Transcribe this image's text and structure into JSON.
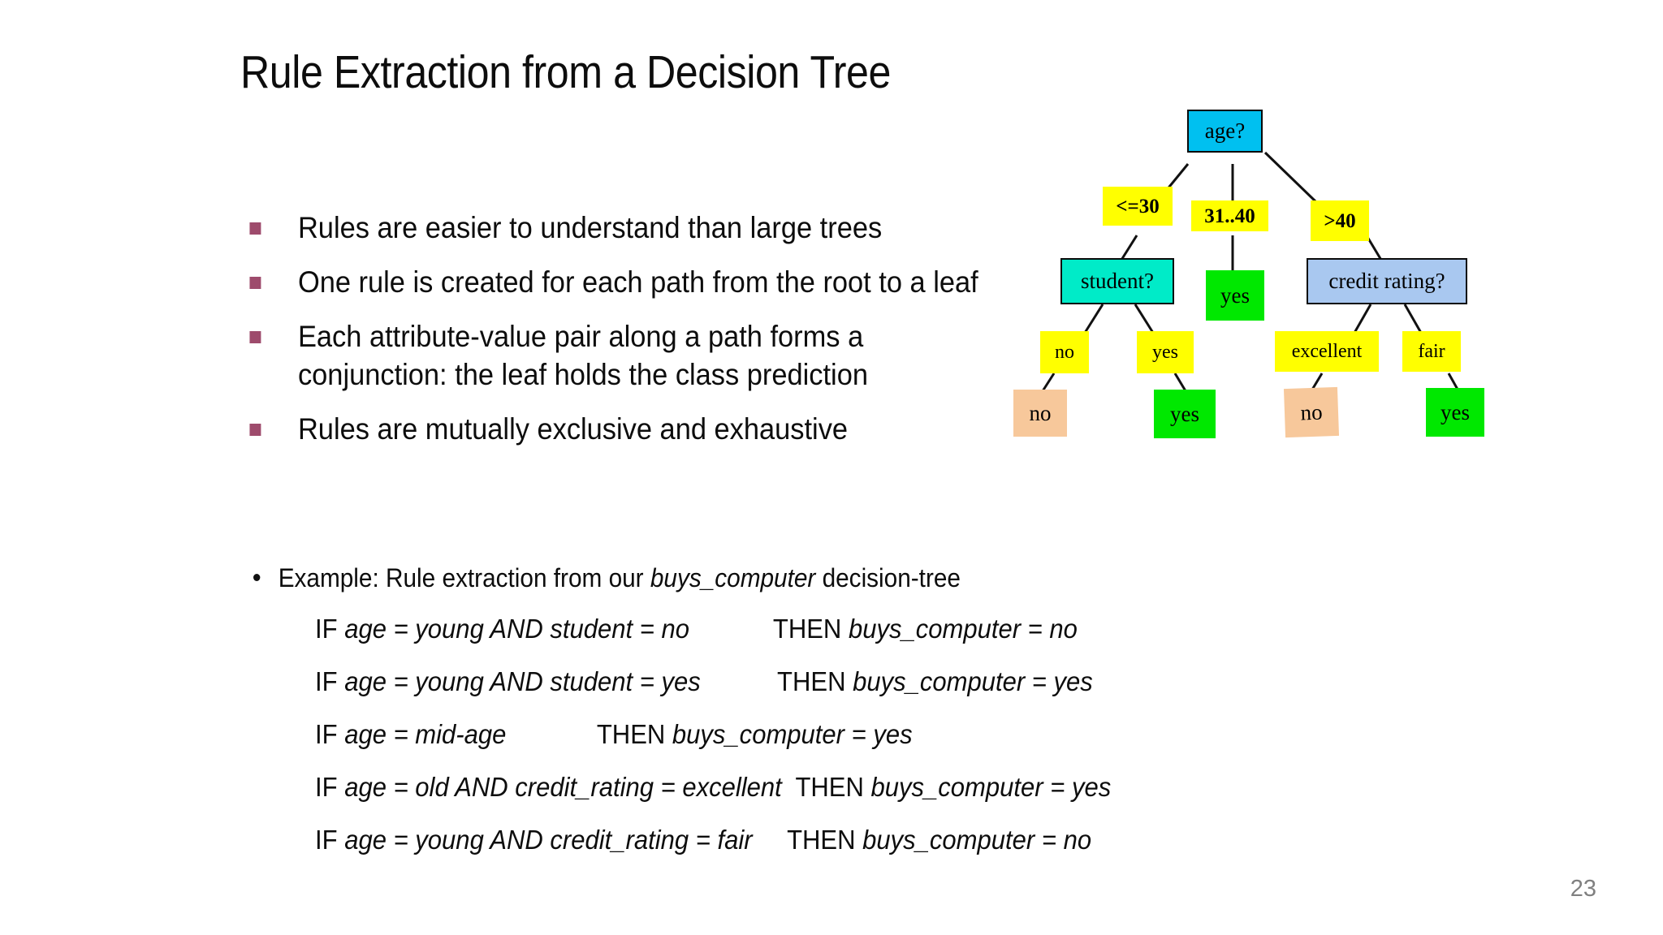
{
  "slide": {
    "title": "Rule Extraction from a Decision Tree",
    "page_number": "23",
    "bullet_marker_color": "#9E4B6C",
    "page_number_color": "#808080"
  },
  "bullets": [
    {
      "text": "Rules are easier to understand than large trees"
    },
    {
      "text": "One rule is created for each path from the root to a leaf"
    },
    {
      "text": "Each attribute-value pair along a path forms a conjunction: the leaf holds the class prediction"
    },
    {
      "text": "Rules are mutually exclusive and exhaustive"
    }
  ],
  "example": {
    "prefix": "Example: Rule extraction from our ",
    "emphasis": "buys_computer",
    "suffix": " decision-tree"
  },
  "rules": [
    {
      "if_label": "IF ",
      "antecedent": "age = young AND student = no",
      "gap": "            ",
      "then_label": "THEN ",
      "consequent": "buys_computer = no"
    },
    {
      "if_label": "IF ",
      "antecedent": "age = young AND student = yes",
      "gap": "           ",
      "then_label": "THEN ",
      "consequent": "buys_computer = yes"
    },
    {
      "if_label": "IF ",
      "antecedent": "age = mid-age",
      "gap": "             ",
      "then_label": "THEN ",
      "consequent": "buys_computer = yes"
    },
    {
      "if_label": "IF ",
      "antecedent": "age = old AND credit_rating = excellent",
      "gap": "  ",
      "then_label": "THEN ",
      "consequent": "buys_computer = yes"
    },
    {
      "if_label": "IF ",
      "antecedent": "age = young AND credit_rating = fair",
      "gap": "     ",
      "then_label": "THEN ",
      "consequent": "buys_computer = no"
    }
  ],
  "chart_data": {
    "type": "diagram",
    "title": "buys_computer decision tree",
    "nodes": [
      {
        "id": "age",
        "label": "age?",
        "kind": "internal",
        "color": "#00C0F0"
      },
      {
        "id": "lte30",
        "label": "<=30",
        "kind": "edge-label",
        "color": "#FFFF00"
      },
      {
        "id": "r31_40",
        "label": "31..40",
        "kind": "edge-label",
        "color": "#FFFF00"
      },
      {
        "id": "gt40",
        "label": ">40",
        "kind": "edge-label",
        "color": "#FFFF00"
      },
      {
        "id": "student",
        "label": "student?",
        "kind": "internal",
        "color": "#00EBC8"
      },
      {
        "id": "mid_yes",
        "label": "yes",
        "kind": "leaf",
        "color": "#00E800"
      },
      {
        "id": "credit",
        "label": "credit rating?",
        "kind": "internal",
        "color": "#A9C8F0"
      },
      {
        "id": "student_no",
        "label": "no",
        "kind": "edge-label",
        "color": "#FFFF00"
      },
      {
        "id": "student_yes",
        "label": "yes",
        "kind": "edge-label",
        "color": "#FFFF00"
      },
      {
        "id": "excellent",
        "label": "excellent",
        "kind": "edge-label",
        "color": "#FFFF00"
      },
      {
        "id": "fair",
        "label": "fair",
        "kind": "edge-label",
        "color": "#FFFF00"
      },
      {
        "id": "leaf_no_1",
        "label": "no",
        "kind": "leaf",
        "color": "#F7C89B"
      },
      {
        "id": "leaf_yes_1",
        "label": "yes",
        "kind": "leaf",
        "color": "#00E800"
      },
      {
        "id": "leaf_no_2",
        "label": "no",
        "kind": "leaf",
        "color": "#F7C89B"
      },
      {
        "id": "leaf_yes_2",
        "label": "yes",
        "kind": "leaf",
        "color": "#00E800"
      }
    ],
    "edges": [
      {
        "from": "age",
        "label": "<=30",
        "to": "student"
      },
      {
        "from": "age",
        "label": "31..40",
        "to": "mid_yes"
      },
      {
        "from": "age",
        "label": ">40",
        "to": "credit"
      },
      {
        "from": "student",
        "label": "no",
        "to": "leaf_no_1"
      },
      {
        "from": "student",
        "label": "yes",
        "to": "leaf_yes_1"
      },
      {
        "from": "credit",
        "label": "excellent",
        "to": "leaf_no_2"
      },
      {
        "from": "credit",
        "label": "fair",
        "to": "leaf_yes_2"
      }
    ]
  }
}
